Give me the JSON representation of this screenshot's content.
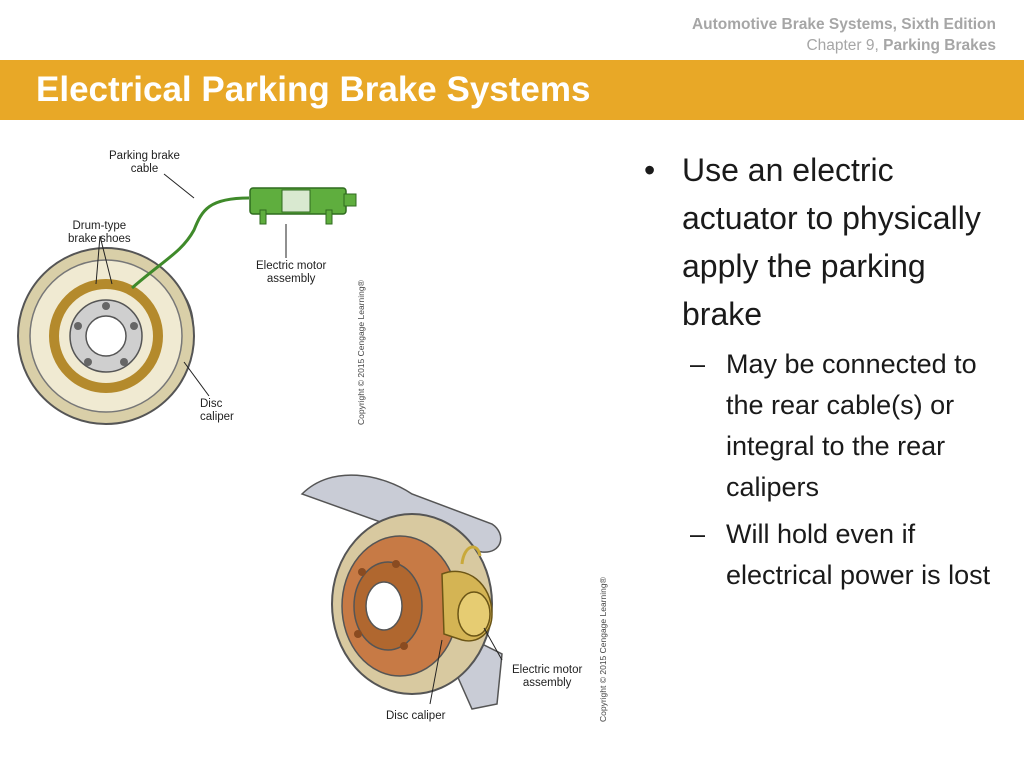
{
  "header": {
    "book_title": "Automotive Brake Systems, Sixth Edition",
    "chapter_prefix": "Chapter 9, ",
    "chapter_name": "Parking Brakes"
  },
  "slide": {
    "title": "Electrical Parking Brake Systems"
  },
  "figure1": {
    "labels": {
      "parking_brake_cable": "Parking brake\ncable",
      "drum_brake_shoes": "Drum-type\nbrake shoes",
      "electric_motor": "Electric motor\nassembly",
      "disc_caliper": "Disc\ncaliper"
    },
    "copyright": "Copyright © 2015 Cengage Learning®"
  },
  "figure2": {
    "labels": {
      "electric_motor": "Electric motor\nassembly",
      "disc_caliper": "Disc caliper"
    },
    "copyright": "Copyright © 2015 Cengage Learning®"
  },
  "content": {
    "bullet": "Use an electric actuator to physically apply the parking brake",
    "subbullets": [
      "May be connected to the rear cable(s) or integral to the rear calipers",
      "Will hold even if electrical power is lost"
    ]
  },
  "colors": {
    "accent": "#e8a827",
    "title_text": "#ffffff",
    "meta_text": "#a6a6a6"
  }
}
